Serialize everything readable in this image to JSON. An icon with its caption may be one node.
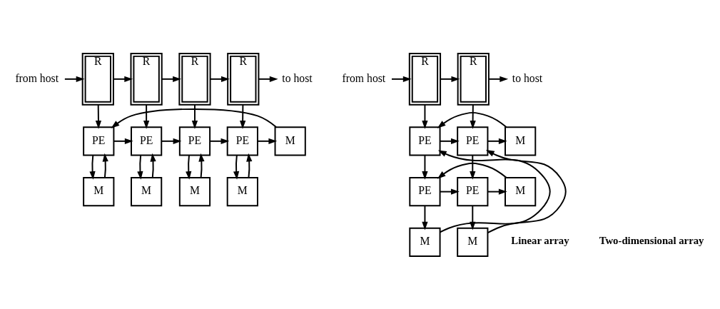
{
  "diagram": {
    "nodes": [
      {
        "text": [
          "from host"
        ]
      },
      {
        "text": [
          "R"
        ]
      },
      {
        "text": [
          "R"
        ]
      },
      {
        "text": [
          "R"
        ]
      },
      {
        "text": [
          "R"
        ]
      },
      {
        "text": [
          "to host"
        ]
      },
      {
        "text": [
          "PE"
        ]
      },
      {
        "text": [
          "PE"
        ]
      },
      {
        "text": [
          "PE"
        ]
      },
      {
        "text": [
          "PE"
        ]
      },
      {
        "text": [
          "M"
        ]
      },
      {
        "text": [
          "M"
        ]
      },
      {
        "text": [
          "M"
        ]
      },
      {
        "text": [
          "M"
        ]
      },
      {
        "text": [
          "M"
        ]
      },
      {
        "text": [
          "from host"
        ]
      },
      {
        "text": [
          "R"
        ]
      },
      {
        "text": [
          "R"
        ]
      },
      {
        "text": [
          "to host"
        ]
      },
      {
        "text": [
          "PE"
        ]
      },
      {
        "text": [
          "PE"
        ]
      },
      {
        "text": [
          "M"
        ]
      },
      {
        "text": [
          "PE"
        ]
      },
      {
        "text": [
          "PE"
        ]
      },
      {
        "text": [
          "M"
        ]
      },
      {
        "text": [
          "M"
        ]
      },
      {
        "text": [
          "M"
        ]
      }
    ],
    "edges": [
      {
        "from": 0,
        "to": 1,
        "arrow": "to"
      },
      {
        "from": 1,
        "to": 2,
        "arrow": "to"
      },
      {
        "from": 2,
        "to": 3,
        "arrow": "to"
      },
      {
        "from": 3,
        "to": 4,
        "arrow": "to"
      },
      {
        "from": 4,
        "to": 5,
        "arrow": "to"
      },
      {
        "from": 1,
        "to": 6,
        "arrow": "to"
      },
      {
        "from": 2,
        "to": 7,
        "arrow": "to"
      },
      {
        "from": 3,
        "to": 8,
        "arrow": "to"
      },
      {
        "from": 4,
        "to": 9,
        "arrow": "to"
      },
      {
        "from": 6,
        "to": 7,
        "arrow": "to"
      },
      {
        "from": 7,
        "to": 8,
        "arrow": "to"
      },
      {
        "from": 8,
        "to": 9,
        "arrow": "to"
      },
      {
        "from": 9,
        "to": 10,
        "arrow": "to"
      },
      {
        "from": 10,
        "to": 6,
        "arrow": "to"
      },
      {
        "from": 6,
        "to": 11,
        "arrow": "to"
      },
      {
        "from": 7,
        "to": 12,
        "arrow": "to"
      },
      {
        "from": 8,
        "to": 13,
        "arrow": "to"
      },
      {
        "from": 9,
        "to": 14,
        "arrow": "to"
      },
      {
        "from": 11,
        "to": 6,
        "arrow": "to"
      },
      {
        "from": 12,
        "to": 7,
        "arrow": "to"
      },
      {
        "from": 13,
        "to": 8,
        "arrow": "to"
      },
      {
        "from": 14,
        "to": 9,
        "arrow": "to"
      },
      {
        "from": 15,
        "to": 16,
        "arrow": "to"
      },
      {
        "from": 16,
        "to": 17,
        "arrow": "to"
      },
      {
        "from": 17,
        "to": 18,
        "arrow": "to"
      },
      {
        "from": 16,
        "to": 19,
        "arrow": "to"
      },
      {
        "from": 17,
        "to": 20,
        "arrow": "to"
      },
      {
        "from": 19,
        "to": 20,
        "arrow": "to"
      },
      {
        "from": 20,
        "to": 21,
        "arrow": "to"
      },
      {
        "from": 21,
        "to": 19,
        "arrow": "to"
      },
      {
        "from": 19,
        "to": 22,
        "arrow": "to"
      },
      {
        "from": 20,
        "to": 23,
        "arrow": "to"
      },
      {
        "from": 22,
        "to": 23,
        "arrow": "to"
      },
      {
        "from": 23,
        "to": 24,
        "arrow": "to"
      },
      {
        "from": 24,
        "to": 22,
        "arrow": "to"
      },
      {
        "from": 22,
        "to": 25,
        "arrow": "to"
      },
      {
        "from": 23,
        "to": 26,
        "arrow": "to"
      },
      {
        "from": 25,
        "to": 19,
        "arrow": "to"
      },
      {
        "from": 26,
        "to": 20,
        "arrow": "to"
      }
    ],
    "labels": [
      "Linear array",
      "Two-dimensional array"
    ]
  }
}
